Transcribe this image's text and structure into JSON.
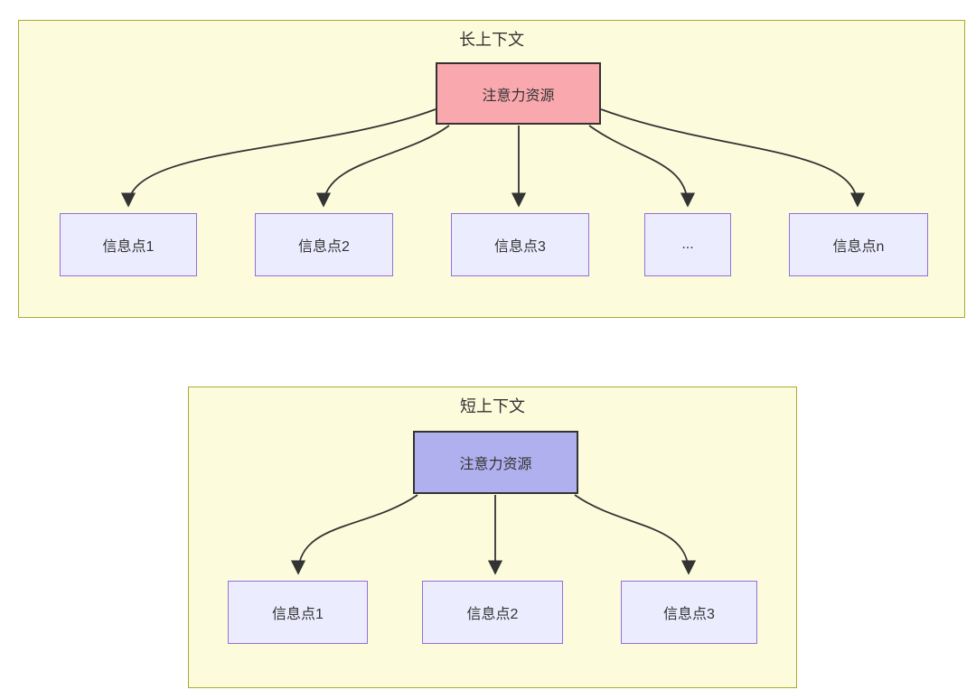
{
  "long": {
    "title": "长上下文",
    "attention": "注意力资源",
    "info_nodes": [
      "信息点1",
      "信息点2",
      "信息点3",
      "...",
      "信息点n"
    ]
  },
  "short": {
    "title": "短上下文",
    "attention": "注意力资源",
    "info_nodes": [
      "信息点1",
      "信息点2",
      "信息点3"
    ]
  },
  "colors": {
    "page_background": "#ffffff",
    "container_fill": "#fcfcdc",
    "container_border": "#aaaa33",
    "attention_long_fill": "#f9a8ae",
    "attention_short_fill": "#b0b0ee",
    "attention_border": "#333333",
    "info_fill": "#ececff",
    "info_border": "#9370db",
    "edge_color": "#333333",
    "text_color": "#333333"
  }
}
